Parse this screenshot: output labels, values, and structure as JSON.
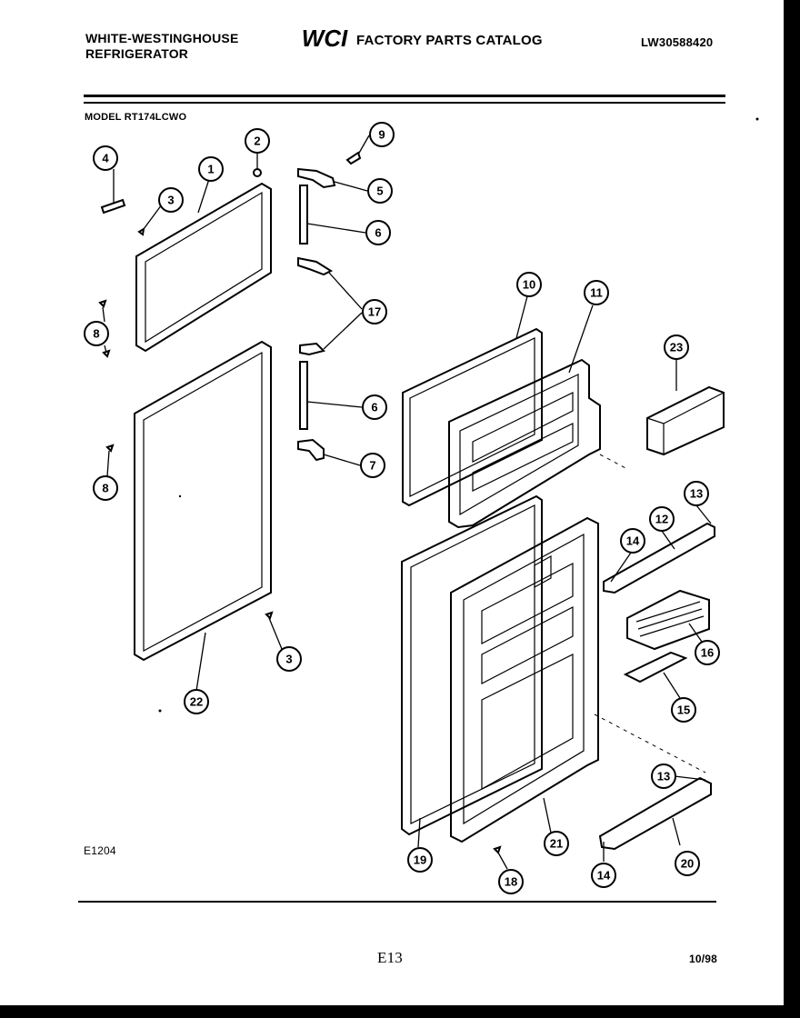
{
  "header": {
    "brand_line1": "WHITE-WESTINGHOUSE",
    "brand_line2": "REFRIGERATOR",
    "logo_text": "WCI",
    "catalog_title": "FACTORY PARTS CATALOG",
    "document_number": "LW30588420"
  },
  "model_label": "MODEL RT174LCWO",
  "figure_id": "E1204",
  "page_code": "E13",
  "date": "10/98",
  "callouts": [
    "1",
    "2",
    "3",
    "4",
    "5",
    "6",
    "7",
    "8",
    "9",
    "10",
    "11",
    "12",
    "13",
    "14",
    "15",
    "16",
    "17",
    "18",
    "19",
    "20",
    "21",
    "22",
    "23"
  ]
}
